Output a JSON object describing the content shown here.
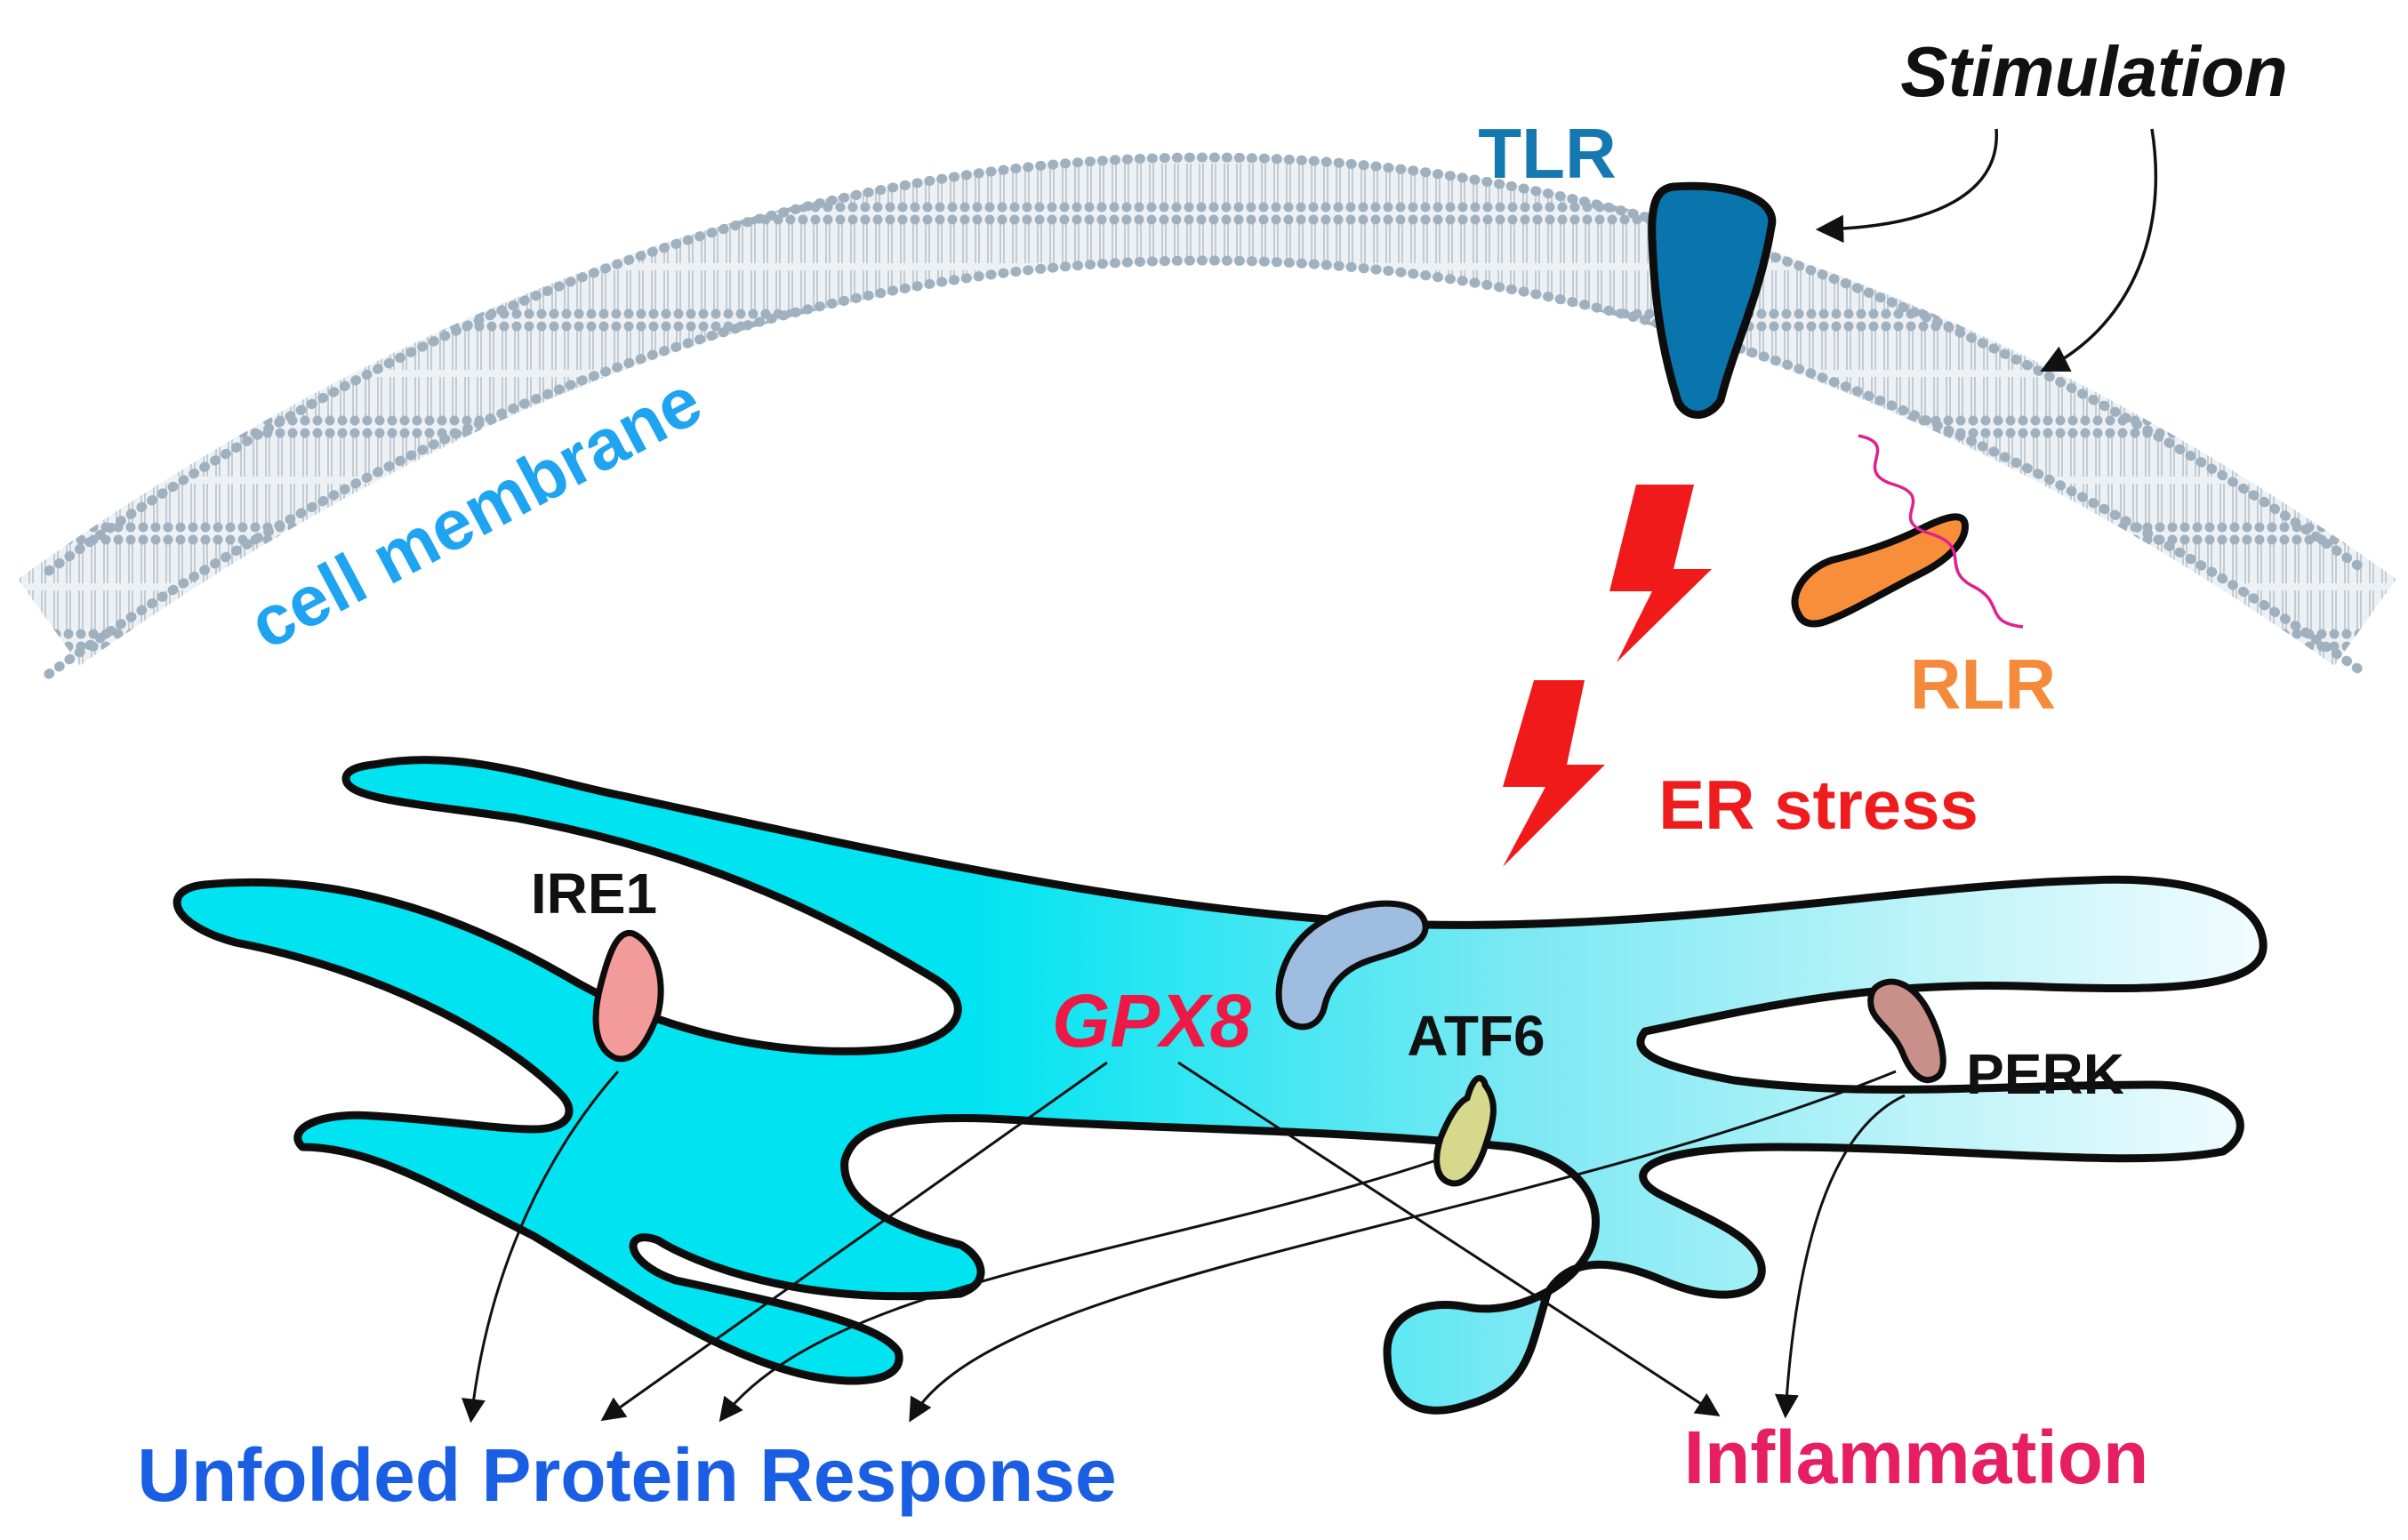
{
  "labels": {
    "stimulation": "Stimulation",
    "tlr": "TLR",
    "cell_membrane": "cell membrane",
    "rlr": "RLR",
    "er_stress": "ER stress",
    "ire1": "IRE1",
    "gpx8": "GPX8",
    "atf6": "ATF6",
    "perk": "PERK",
    "upr": "Unfolded Protein Response",
    "inflammation": "Inflammation"
  },
  "colors": {
    "stimulation": "#111111",
    "tlr": "#1479b0",
    "tlr_fill": "#0a74ad",
    "cell_membrane": "#1ea4f0",
    "membrane_lipid": "#9fb0bf",
    "rlr": "#f58a3a",
    "rlr_fill": "#f88e3a",
    "rna_strand": "#e0208e",
    "er_stress": "#ee1c1c",
    "er_dark": "#00e4f2",
    "er_light": "#f2fcfe",
    "ire1_fill": "#f29b9a",
    "gpx8": "#ee1846",
    "gpx8_fill": "#9fbde0",
    "atf6_fill": "#d6d88c",
    "perk_fill": "#c99089",
    "upr": "#1a5fe3",
    "inflammation": "#e81e63",
    "outline": "#0d0d0d"
  },
  "icons": {
    "er": "endoplasmic-reticulum",
    "lightning": "lightning-bolt-icon"
  }
}
